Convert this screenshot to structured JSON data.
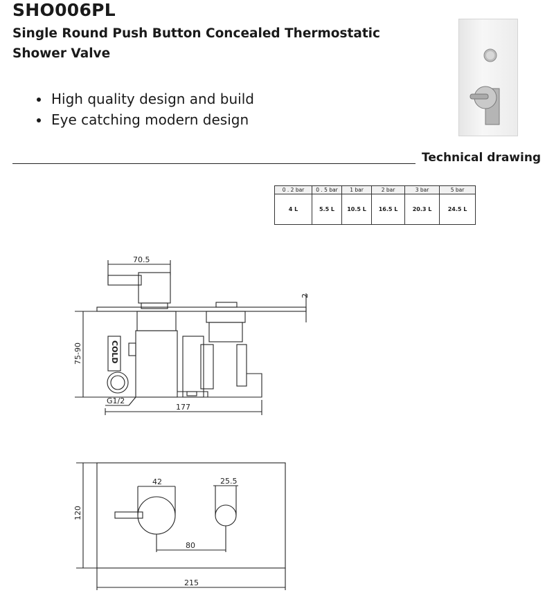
{
  "product_code": "SHO006PL",
  "product_title": "Single Round Push Button Concealed Thermostatic Shower Valve",
  "features": [
    "High quality design and build",
    "Eye catching modern design"
  ],
  "section_title": "Technical drawing",
  "flow_table": {
    "pressures": [
      "0 . 2 bar",
      "0 . 5 bar",
      "1  bar",
      "2  bar",
      "3  bar",
      "5  bar"
    ],
    "flows": [
      "4  L",
      "5.5  L",
      "10.5  L",
      "16.5  L",
      "20.3 L",
      "24.5 L"
    ]
  },
  "side_view": {
    "top_width": "70.5",
    "plate": "2",
    "depth": "75-90",
    "label": "COLD",
    "inlet": "G1/2",
    "total_width": "177"
  },
  "front_view": {
    "handle_diameter": "42",
    "button_diameter": "25.5",
    "height": "120",
    "spacing": "80",
    "width": "215"
  },
  "colors": {
    "text": "#1a1a1a",
    "line": "#222222",
    "chrome": "#e6e6e6"
  }
}
